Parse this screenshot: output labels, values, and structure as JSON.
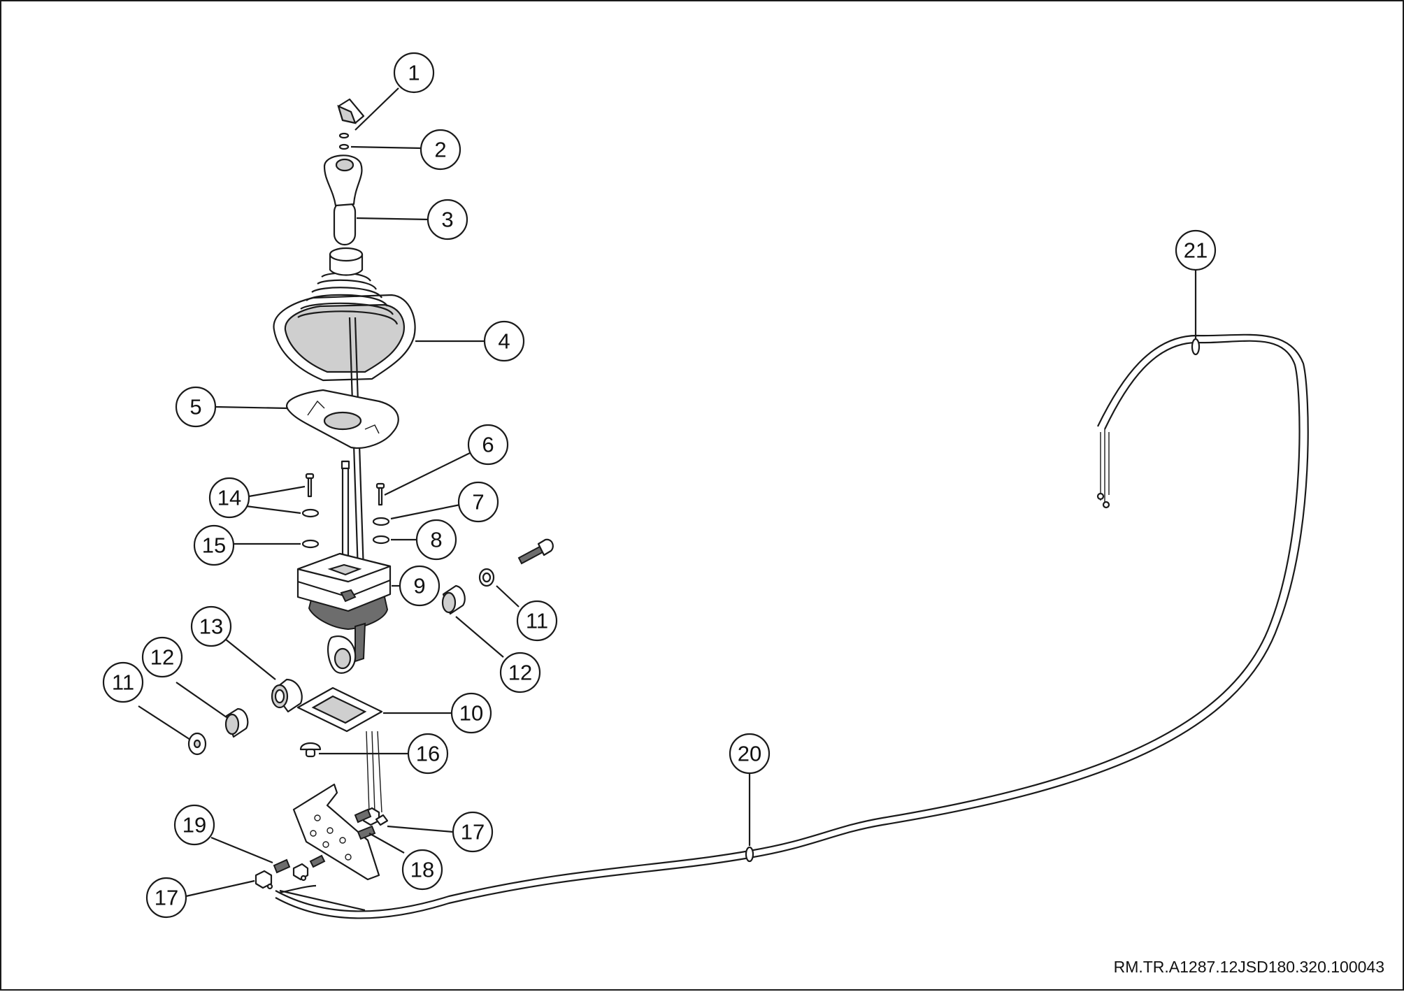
{
  "diagram": {
    "title": "",
    "reference_code": "RM.TR.A1287.12JSD180.320.100043",
    "callouts": [
      {
        "id": "c1",
        "label": "1"
      },
      {
        "id": "c2",
        "label": "2"
      },
      {
        "id": "c3",
        "label": "3"
      },
      {
        "id": "c4",
        "label": "4"
      },
      {
        "id": "c5",
        "label": "5"
      },
      {
        "id": "c6",
        "label": "6"
      },
      {
        "id": "c7",
        "label": "7"
      },
      {
        "id": "c8",
        "label": "8"
      },
      {
        "id": "c9",
        "label": "9"
      },
      {
        "id": "c10",
        "label": "10"
      },
      {
        "id": "c11a",
        "label": "11"
      },
      {
        "id": "c11b",
        "label": "11"
      },
      {
        "id": "c12a",
        "label": "12"
      },
      {
        "id": "c12b",
        "label": "12"
      },
      {
        "id": "c13",
        "label": "13"
      },
      {
        "id": "c14",
        "label": "14"
      },
      {
        "id": "c15",
        "label": "15"
      },
      {
        "id": "c16",
        "label": "16"
      },
      {
        "id": "c17a",
        "label": "17"
      },
      {
        "id": "c17b",
        "label": "17"
      },
      {
        "id": "c18",
        "label": "18"
      },
      {
        "id": "c19",
        "label": "19"
      },
      {
        "id": "c20",
        "label": "20"
      },
      {
        "id": "c21",
        "label": "21"
      }
    ]
  }
}
